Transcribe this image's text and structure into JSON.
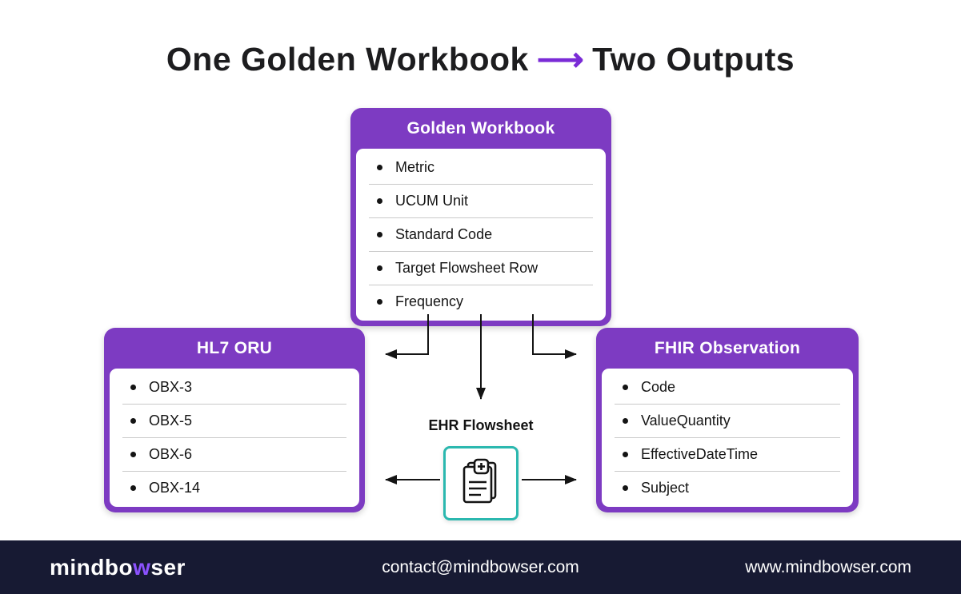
{
  "colors": {
    "purple": "#7D3BC2",
    "title_arrow": "#7A2BD6",
    "teal": "#2BB8AF",
    "footer_bg": "#171A33",
    "ink": "#1C1C1C",
    "logo_accent": "#8C52FF",
    "divider": "#C9C9C9"
  },
  "title": {
    "part1": "One Golden Workbook",
    "arrow_glyph": "⟶",
    "part2": "Two Outputs"
  },
  "golden_workbook": {
    "title": "Golden Workbook",
    "items": [
      "Metric",
      "UCUM Unit",
      "Standard Code",
      "Target Flowsheet Row",
      "Frequency"
    ]
  },
  "hl7_oru": {
    "title": "HL7 ORU",
    "items": [
      "OBX-3",
      "OBX-5",
      "OBX-6",
      "OBX-14"
    ]
  },
  "fhir_observation": {
    "title": "FHIR Observation",
    "items": [
      "Code",
      "ValueQuantity",
      "EffectiveDateTime",
      "Subject"
    ]
  },
  "ehr_flowsheet": {
    "label": "EHR Flowsheet",
    "icon": "medical-document-icon"
  },
  "footer": {
    "logo_part1": "mindbo",
    "logo_accent_letter": "w",
    "logo_part2": "ser",
    "email": "contact@mindbowser.com",
    "website": "www.mindbowser.com"
  }
}
